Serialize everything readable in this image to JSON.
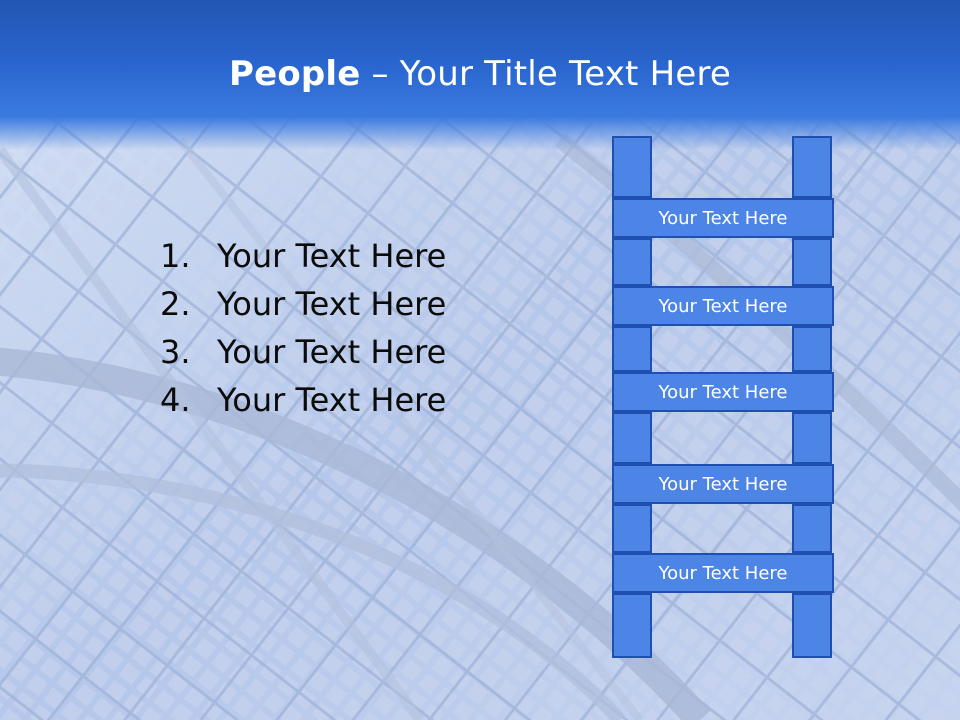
{
  "slide": {
    "title_bold": "People",
    "title_rest": " – Your Title Text Here",
    "list": [
      {
        "number": "1.",
        "text": "Your Text Here"
      },
      {
        "number": "2.",
        "text": "Your Text Here"
      },
      {
        "number": "3.",
        "text": "Your Text Here"
      },
      {
        "number": "4.",
        "text": "Your Text Here"
      }
    ],
    "ladder_rungs": [
      "Your Text Here",
      "Your Text Here",
      "Your Text Here",
      "Your Text Here",
      "Your Text Here"
    ]
  },
  "colors": {
    "header": "#2a66cf",
    "ladder_fill": "#4d85e6",
    "ladder_border": "#1f4fb0"
  }
}
